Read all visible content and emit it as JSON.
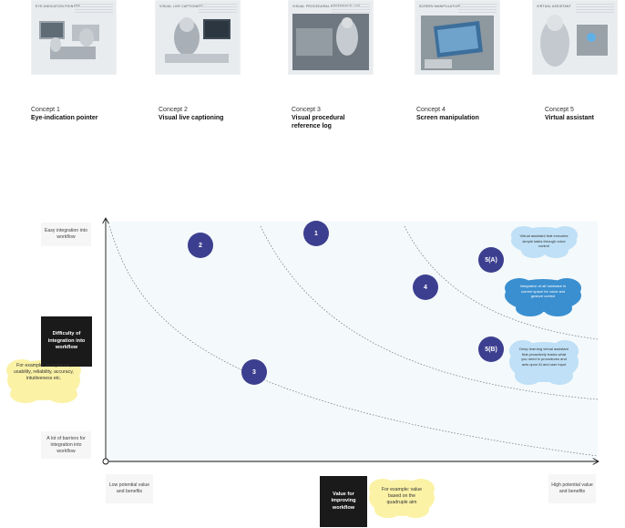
{
  "concepts": [
    {
      "num": "Concept 1",
      "name": "Eye-indication pointer",
      "thumb_caption": "EYE-INDICATION POINTER"
    },
    {
      "num": "Concept 2",
      "name": "Visual live captioning",
      "thumb_caption": "VISUAL LIVE CAPTIONING"
    },
    {
      "num": "Concept 3",
      "name": "Visual procedural reference log",
      "thumb_caption": "VISUAL PROCEDURAL REFERENCE LOG"
    },
    {
      "num": "Concept 4",
      "name": "Screen manipulation",
      "thumb_caption": "SCREEN MANIPULATION"
    },
    {
      "num": "Concept 5",
      "name": "Virtual assistant",
      "thumb_caption": "VIRTUAL ASSISTANT"
    }
  ],
  "y_axis": {
    "top_label": "Easy integration into workflow",
    "bottom_label": "A lot of barriers for integration into workflow",
    "title": "Difficulty of integration into workflow",
    "note": "For example: acceptance, usability, reliability, accuracy, intuitiveness etc."
  },
  "x_axis": {
    "left_label": "Low potential value and benefits",
    "right_label": "High potential value and benefits",
    "title": "Value for improving workflow",
    "note": "For example: value based on the quadruple aim"
  },
  "markers": [
    {
      "label": "1",
      "value": 0.43,
      "integration": 0.92
    },
    {
      "label": "2",
      "value": 0.19,
      "integration": 0.83
    },
    {
      "label": "3",
      "value": 0.3,
      "integration": 0.35
    },
    {
      "label": "4",
      "value": 0.65,
      "integration": 0.68
    },
    {
      "label": "5(A)",
      "value": 0.78,
      "integration": 0.8
    },
    {
      "label": "5(B)",
      "value": 0.78,
      "integration": 0.47
    }
  ],
  "clouds": {
    "a": "Virtual assistant that executes simple tasks through voice control",
    "b": "Integration of all hardware in current space for voice and gesture control",
    "c": "Deep learning virtual assistant that proactively tracks what you need in procedures and acts upon AI and user input"
  },
  "colors": {
    "marker": "#3c3f8f",
    "cloud_blue": "#bfe0f6",
    "cloud_dark_blue": "#3a8fd0",
    "cloud_yellow": "#fbf2a6",
    "plot_bg": "#f4f9fb"
  }
}
